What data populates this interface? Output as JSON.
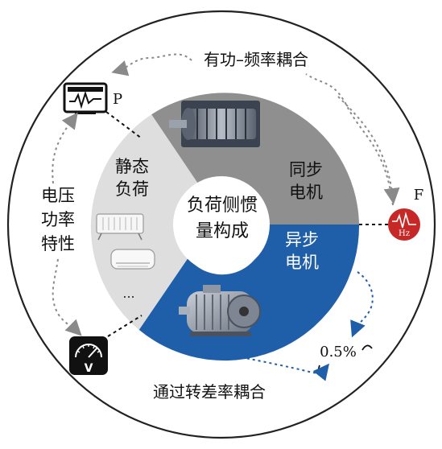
{
  "center_label": [
    "负荷侧惯",
    "量构成"
  ],
  "segments": {
    "synchronous": {
      "label": [
        "同步",
        "电机"
      ],
      "color": "#8f8f8f"
    },
    "asynchronous": {
      "label": [
        "异步",
        "电机"
      ],
      "color": "#1f5ea8"
    },
    "static": {
      "label": [
        "静态",
        "负荷"
      ],
      "color": "#dedede",
      "ellipsis": "..."
    }
  },
  "outer_labels": {
    "top": "有功–频率耦合",
    "left": [
      "电压",
      "功率",
      "特性"
    ],
    "bottom": "通过转差率耦合",
    "slip_value": "0.5%"
  },
  "icons": {
    "power_label": "P",
    "frequency_label": "F",
    "frequency_unit": "Hz",
    "voltage_label": "V"
  },
  "colors": {
    "outer_ring": "#222222",
    "dotted_arrow": "#8a8a8a",
    "blue_arrow": "#1f5ea8",
    "freq_icon": "#c62828"
  }
}
